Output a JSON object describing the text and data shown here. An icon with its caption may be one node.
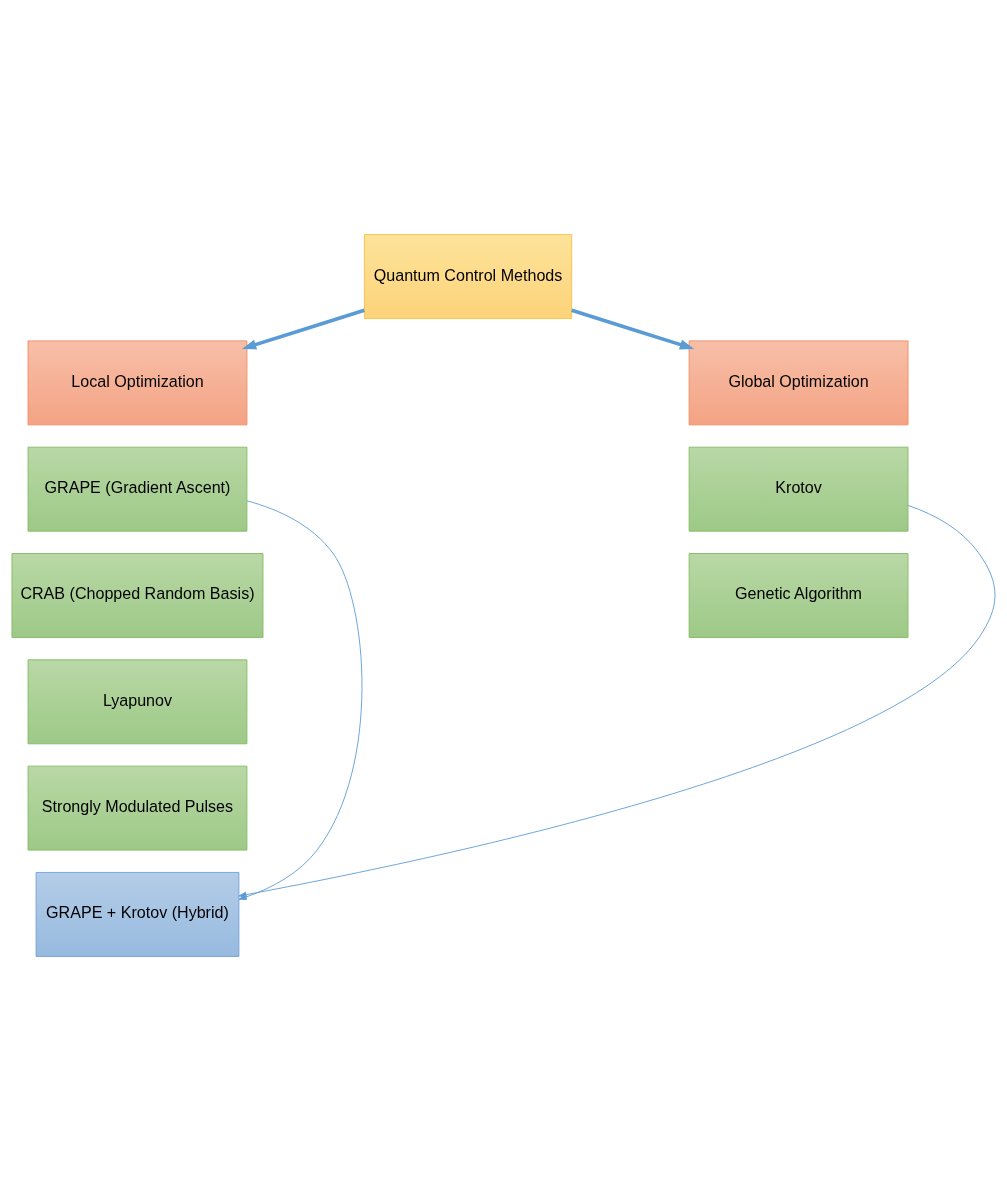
{
  "diagram": {
    "nodes": [
      {
        "text": [
          "Quantum Control Methods"
        ]
      },
      {
        "text": [
          "Local Optimization"
        ]
      },
      {
        "text": [
          "Global Optimization"
        ]
      },
      {
        "text": [
          "GRAPE (Gradient Ascent)"
        ]
      },
      {
        "text": [
          "CRAB (Chopped Random Basis)"
        ]
      },
      {
        "text": [
          "Lyapunov"
        ]
      },
      {
        "text": [
          "Strongly Modulated Pulses"
        ]
      },
      {
        "text": [
          "Krotov"
        ]
      },
      {
        "text": [
          "Genetic Algorithm"
        ]
      },
      {
        "text": [
          "GRAPE + Krotov (Hybrid)"
        ]
      }
    ],
    "edges": [
      {
        "from": 0,
        "to": 1,
        "arrow": "to",
        "style": "thick"
      },
      {
        "from": 0,
        "to": 2,
        "arrow": "to",
        "style": "thick"
      },
      {
        "from": 3,
        "to": 9,
        "arrow": "to"
      },
      {
        "from": 7,
        "to": 9,
        "arrow": "to"
      }
    ]
  }
}
